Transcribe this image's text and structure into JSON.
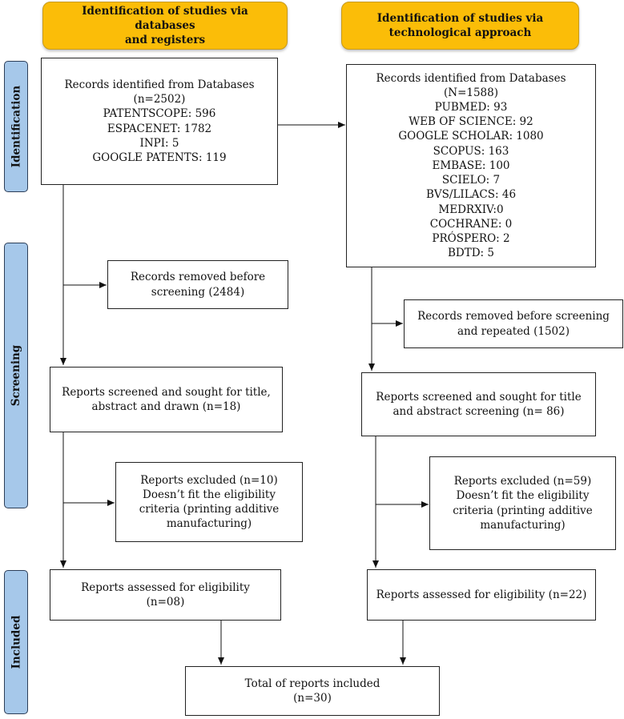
{
  "headers": {
    "left": [
      "Identification of studies via databases",
      "and registers"
    ],
    "right": [
      "Identification of studies via",
      "technological approach"
    ]
  },
  "phases": {
    "identification": "Identification",
    "screening": "Screening",
    "included": "Included"
  },
  "left": {
    "records": [
      "Records identified from Databases",
      "(n=2502)",
      "PATENTSCOPE: 596",
      "ESPACENET: 1782",
      "INPI: 5",
      "GOOGLE PATENTS: 119"
    ],
    "removed": [
      "Records removed before",
      "screening (2484)"
    ],
    "screened": [
      "Reports screened and sought for title,",
      "abstract and drawn (n=18)"
    ],
    "excluded": [
      "Reports excluded (n=10)",
      "Doesn’t fit the eligibility",
      "criteria (printing additive",
      "manufacturing)"
    ],
    "assessed": [
      "Reports assessed for eligibility",
      "(n=08)"
    ]
  },
  "right": {
    "records": [
      "Records identified from Databases",
      "(N=1588)",
      "PUBMED: 93",
      "WEB OF SCIENCE: 92",
      "GOOGLE SCHOLAR: 1080",
      "SCOPUS: 163",
      "EMBASE: 100",
      "SCIELO: 7",
      "BVS/LILACS: 46",
      "MEDRXIV:0",
      "COCHRANE: 0",
      "PRÓSPERO: 2",
      "BDTD: 5"
    ],
    "removed": [
      "Records removed before screening",
      "and repeated (1502)"
    ],
    "screened": [
      "Reports screened and sought for title",
      "and abstract screening (n= 86)"
    ],
    "excluded": [
      "Reports excluded (n=59)",
      "Doesn’t fit the eligibility",
      "criteria (printing additive",
      "manufacturing)"
    ],
    "assessed": [
      "Reports assessed for eligibility (n=22)"
    ]
  },
  "total": [
    "Total of reports included",
    "(n=30)"
  ]
}
